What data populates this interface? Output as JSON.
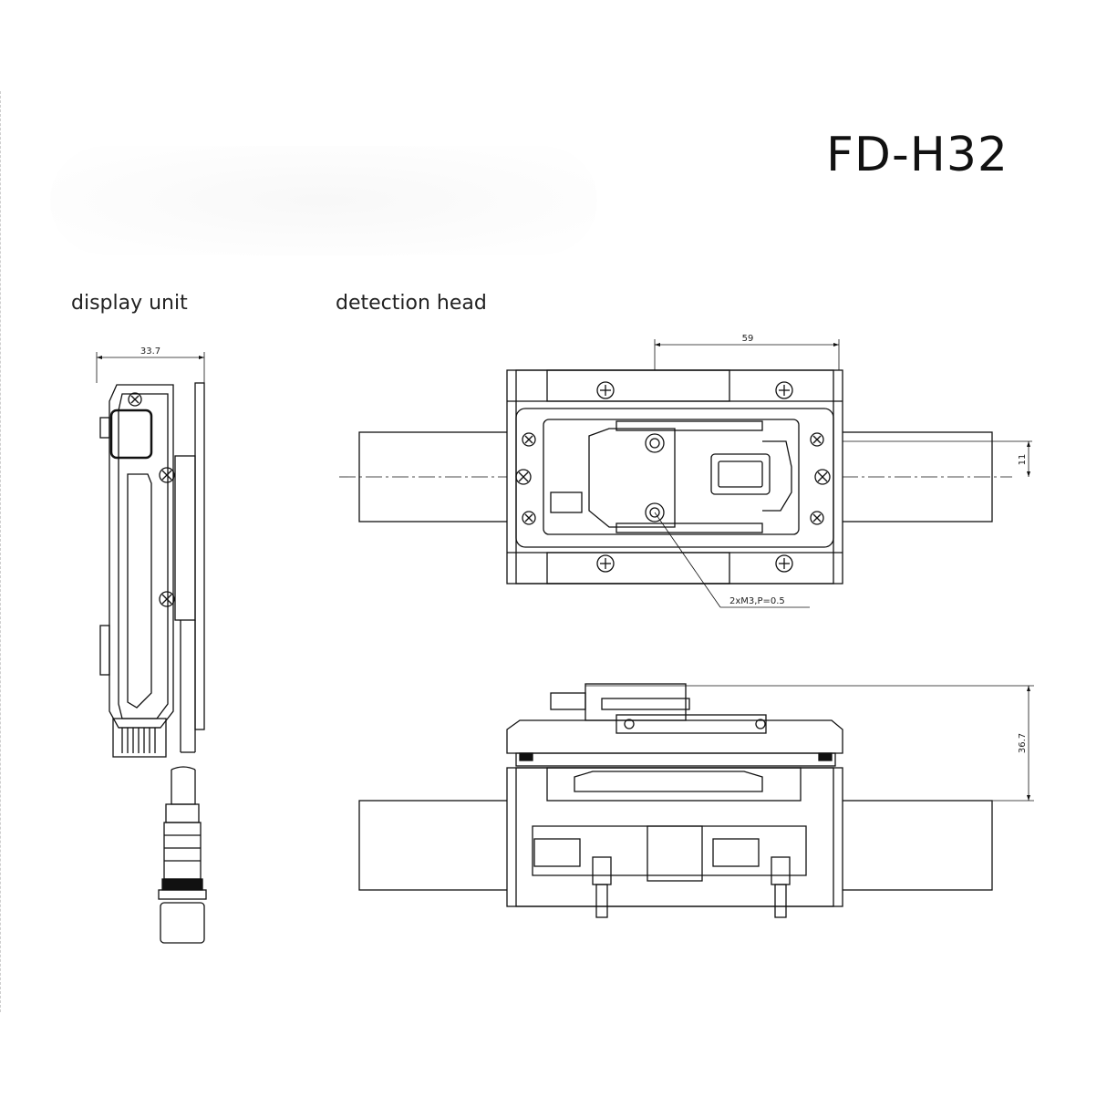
{
  "title": "FD-H32",
  "labels": {
    "display_unit": "display unit",
    "detection_head": "detection head"
  },
  "dimensions": {
    "display_width": "33.7",
    "head_width": "59",
    "pipe_offset": "11",
    "head_height": "36.7",
    "thread_callout": "2xM3,P=0.5"
  }
}
